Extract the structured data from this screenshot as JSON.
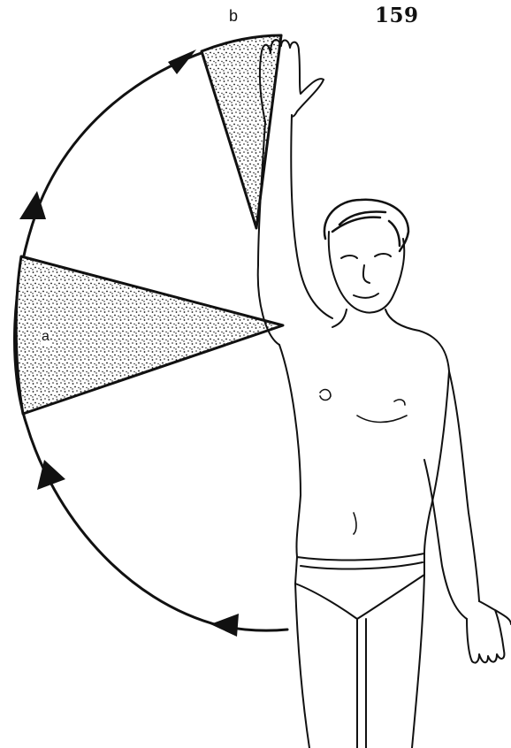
{
  "page": {
    "number": "159"
  },
  "figure": {
    "sector_a_label": "a",
    "sector_b_label": "b"
  },
  "colors": {
    "ink": "#111111",
    "paper": "#ffffff"
  },
  "icons": {
    "arrowhead": "arrowhead-icon"
  }
}
